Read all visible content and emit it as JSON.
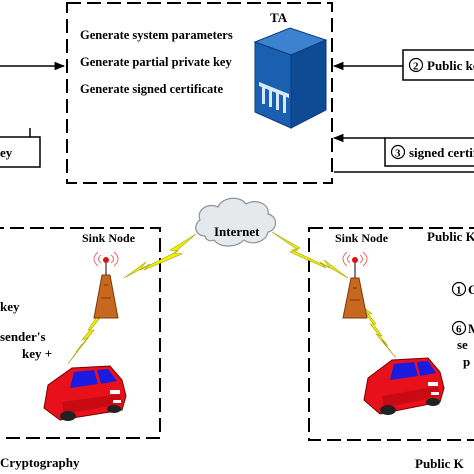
{
  "ta_box": {
    "label": "TA",
    "steps": [
      "Generate  system parameters",
      "Generate  partial  private  key",
      "Generate signed certificate"
    ]
  },
  "edge_labels": {
    "public_key_step": {
      "num": "2",
      "text": "Public  ke"
    },
    "left_fragment": "ey",
    "signed_cert_step": {
      "num": "3",
      "text": "signed certifi"
    }
  },
  "network": {
    "cloud_label": "Internet",
    "left_node_label": "Sink Node",
    "right_node_label": "Sink Node"
  },
  "left_panel": {
    "lines": [
      "key",
      "sender's",
      "key +"
    ],
    "caption": "Cryptography"
  },
  "right_panel": {
    "step1": {
      "num": "1",
      "text": "G"
    },
    "step6": {
      "num": "6",
      "text": "M"
    },
    "frag_lines": [
      "se",
      "p"
    ],
    "top_right_fragment": "Public   Key",
    "caption": "Public  K"
  },
  "colors": {
    "ta_blue": "#1b5fb0",
    "car_red": "#e8101a",
    "car_window": "#1a1ae0",
    "lightning": "#f2ee00",
    "tower": "#c8681e"
  }
}
